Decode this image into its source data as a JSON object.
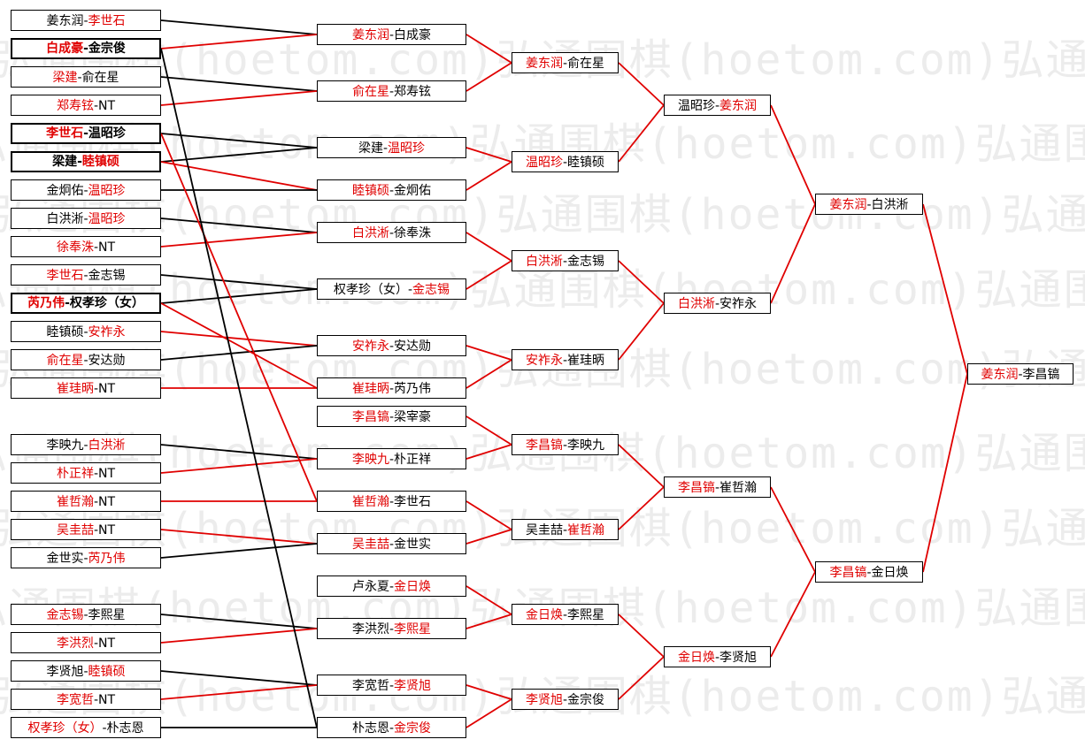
{
  "colors": {
    "winner": "#e00000",
    "normal": "#000000",
    "line_black": "#000000",
    "line_red": "#e00000",
    "watermark": "#ececec"
  },
  "watermark_text": "弘通围棋(hoetom.com)弘通围棋(hoetom.com)弘通围棋(hoetom.com)",
  "round1": [
    {
      "p1": "姜东润",
      "p2": "李世石",
      "win": 2,
      "bold": false
    },
    {
      "p1": "白成豪",
      "p2": "金宗俊",
      "win": 1,
      "bold": true
    },
    {
      "p1": "梁建",
      "p2": "俞在星",
      "win": 1,
      "bold": false
    },
    {
      "p1": "郑寿铉",
      "p2": "NT",
      "win": 1,
      "bold": false
    },
    {
      "p1": "李世石",
      "p2": "温昭珍",
      "win": 1,
      "bold": true
    },
    {
      "p1": "梁建",
      "p2": "睦镇硕",
      "win": 2,
      "bold": true
    },
    {
      "p1": "金炯佑",
      "p2": "温昭珍",
      "win": 2,
      "bold": false
    },
    {
      "p1": "白洪淅",
      "p2": "温昭珍",
      "win": 2,
      "bold": false
    },
    {
      "p1": "徐奉洙",
      "p2": "NT",
      "win": 1,
      "bold": false
    },
    {
      "p1": "李世石",
      "p2": "金志锡",
      "win": 1,
      "bold": false
    },
    {
      "p1": "芮乃伟",
      "p2": "权孝珍（女）",
      "win": 1,
      "bold": true
    },
    {
      "p1": "睦镇硕",
      "p2": "安祚永",
      "win": 2,
      "bold": false
    },
    {
      "p1": "俞在星",
      "p2": "安达勋",
      "win": 1,
      "bold": false
    },
    {
      "p1": "崔珪昞",
      "p2": "NT",
      "win": 1,
      "bold": false
    },
    {
      "p1": "李映九",
      "p2": "白洪淅",
      "win": 2,
      "bold": false
    },
    {
      "p1": "朴正祥",
      "p2": "NT",
      "win": 1,
      "bold": false
    },
    {
      "p1": "崔哲瀚",
      "p2": "NT",
      "win": 1,
      "bold": false
    },
    {
      "p1": "吴圭喆",
      "p2": "NT",
      "win": 1,
      "bold": false
    },
    {
      "p1": "金世实",
      "p2": "芮乃伟",
      "win": 2,
      "bold": false
    },
    {
      "p1": "金志锡",
      "p2": "李熙星",
      "win": 1,
      "bold": false
    },
    {
      "p1": "李洪烈",
      "p2": "NT",
      "win": 1,
      "bold": false
    },
    {
      "p1": "李贤旭",
      "p2": "睦镇硕",
      "win": 2,
      "bold": false
    },
    {
      "p1": "李宽哲",
      "p2": "NT",
      "win": 1,
      "bold": false
    },
    {
      "p1": "权孝珍（女）",
      "p2": "朴志恩",
      "win": 1,
      "bold": false
    }
  ],
  "round2": [
    {
      "p1": "姜东润",
      "p2": "白成豪",
      "win": 1
    },
    {
      "p1": "俞在星",
      "p2": "郑寿铉",
      "win": 1
    },
    {
      "p1": "梁建",
      "p2": "温昭珍",
      "win": 2
    },
    {
      "p1": "睦镇硕",
      "p2": "金炯佑",
      "win": 1
    },
    {
      "p1": "白洪淅",
      "p2": "徐奉洙",
      "win": 1
    },
    {
      "p1": "权孝珍（女）",
      "p2": "金志锡",
      "win": 2
    },
    {
      "p1": "安祚永",
      "p2": "安达勋",
      "win": 1
    },
    {
      "p1": "崔珪昞",
      "p2": "芮乃伟",
      "win": 1
    },
    {
      "p1": "李昌镐",
      "p2": "梁宰豪",
      "win": 1
    },
    {
      "p1": "李映九",
      "p2": "朴正祥",
      "win": 1
    },
    {
      "p1": "崔哲瀚",
      "p2": "李世石",
      "win": 1
    },
    {
      "p1": "吴圭喆",
      "p2": "金世实",
      "win": 1
    },
    {
      "p1": "卢永夏",
      "p2": "金日焕",
      "win": 2
    },
    {
      "p1": "李洪烈",
      "p2": "李熙星",
      "win": 2
    },
    {
      "p1": "李宽哲",
      "p2": "李贤旭",
      "win": 2
    },
    {
      "p1": "朴志恩",
      "p2": "金宗俊",
      "win": 2
    }
  ],
  "round3": [
    {
      "p1": "姜东润",
      "p2": "俞在星",
      "win": 1
    },
    {
      "p1": "温昭珍",
      "p2": "睦镇硕",
      "win": 1
    },
    {
      "p1": "白洪淅",
      "p2": "金志锡",
      "win": 1
    },
    {
      "p1": "安祚永",
      "p2": "崔珪昞",
      "win": 1
    },
    {
      "p1": "李昌镐",
      "p2": "李映九",
      "win": 1
    },
    {
      "p1": "吴圭喆",
      "p2": "崔哲瀚",
      "win": 2
    },
    {
      "p1": "金日焕",
      "p2": "李熙星",
      "win": 1
    },
    {
      "p1": "李贤旭",
      "p2": "金宗俊",
      "win": 1
    }
  ],
  "round4": [
    {
      "p1": "温昭珍",
      "p2": "姜东润",
      "win": 2
    },
    {
      "p1": "白洪淅",
      "p2": "安祚永",
      "win": 1
    },
    {
      "p1": "李昌镐",
      "p2": "崔哲瀚",
      "win": 1
    },
    {
      "p1": "金日焕",
      "p2": "李贤旭",
      "win": 1
    }
  ],
  "round5": [
    {
      "p1": "姜东润",
      "p2": "白洪淅",
      "win": 1
    },
    {
      "p1": "李昌镐",
      "p2": "金日焕",
      "win": 1
    }
  ],
  "round6": [
    {
      "p1": "姜东润",
      "p2": "李昌镐",
      "win": 1
    }
  ],
  "separator": "-"
}
